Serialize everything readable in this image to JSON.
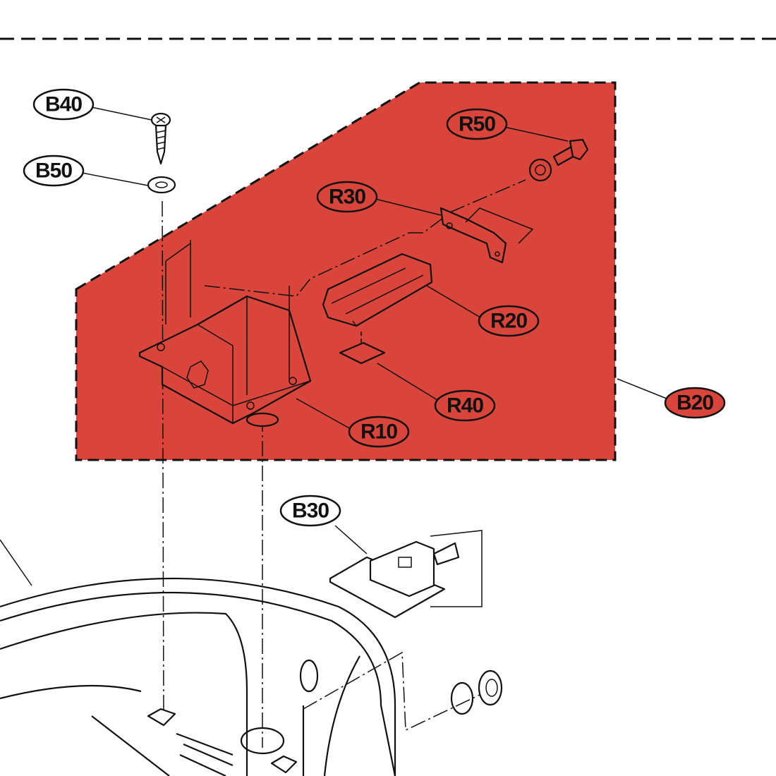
{
  "diagram": {
    "highlight_color": "#d9453b",
    "callouts": [
      {
        "id": "B40",
        "label": "B40",
        "highlighted": false
      },
      {
        "id": "B50",
        "label": "B50",
        "highlighted": false
      },
      {
        "id": "R50",
        "label": "R50",
        "highlighted": true
      },
      {
        "id": "R30",
        "label": "R30",
        "highlighted": true
      },
      {
        "id": "R20",
        "label": "R20",
        "highlighted": true
      },
      {
        "id": "R40",
        "label": "R40",
        "highlighted": true
      },
      {
        "id": "R10",
        "label": "R10",
        "highlighted": true
      },
      {
        "id": "B20",
        "label": "B20",
        "highlighted": true
      },
      {
        "id": "B30",
        "label": "B30",
        "highlighted": false
      }
    ]
  }
}
